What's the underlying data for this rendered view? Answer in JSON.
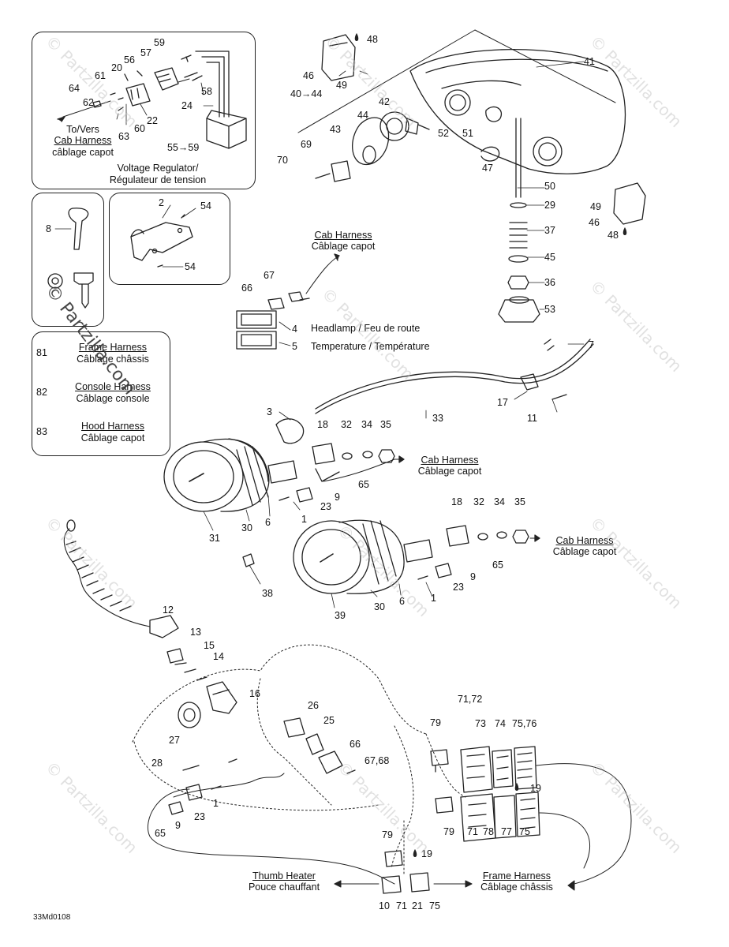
{
  "inset_regulator": {
    "to_vers": "To/Vers",
    "cab_harness": "Cab Harness",
    "cab_harness_fr": "câblage capot",
    "title": "Voltage Regulator/",
    "title_fr": "Régulateur de tension"
  },
  "legend": [
    {
      "num": "81",
      "name": "Frame Harness",
      "name_fr": "Câblage châssis"
    },
    {
      "num": "82",
      "name": "Console Harness",
      "name_fr": "Câblage console"
    },
    {
      "num": "83",
      "name": "Hood Harness",
      "name_fr": "Câblage capot"
    }
  ],
  "indicators": {
    "headlamp": "Headlamp / Feu de route",
    "temperature": "Temperature / Température"
  },
  "destinations": {
    "cab_harness": "Cab Harness",
    "cab_harness_fr": "Câblage capot",
    "thumb_heater": "Thumb Heater",
    "thumb_heater_fr": "Pouce chauffant",
    "frame_harness": "Frame Harness",
    "frame_harness_fr": "Câblage châssis"
  },
  "watermark": "© Partzilla.com",
  "diagram_code": "33Md0108",
  "callouts": [
    "59",
    "57",
    "56",
    "20",
    "61",
    "64",
    "62",
    "58",
    "24",
    "22",
    "60",
    "63",
    "55→59",
    "2",
    "54",
    "54",
    "8",
    "48",
    "46",
    "49",
    "41",
    "40→44",
    "42",
    "44",
    "43",
    "52",
    "51",
    "69",
    "70",
    "47",
    "50",
    "29",
    "49",
    "46",
    "48",
    "37",
    "45",
    "36",
    "53",
    "67",
    "66",
    "4",
    "5",
    "7",
    "17",
    "11",
    "33",
    "3",
    "18",
    "32",
    "34",
    "35",
    "65",
    "9",
    "23",
    "1",
    "6",
    "30",
    "31",
    "18",
    "32",
    "34",
    "35",
    "65",
    "9",
    "23",
    "1",
    "6",
    "30",
    "39",
    "38",
    "12",
    "13",
    "15",
    "14",
    "16",
    "26",
    "25",
    "66",
    "67,68",
    "27",
    "28",
    "23",
    "9",
    "65",
    "1",
    "79",
    "71,72",
    "73",
    "74",
    "75,76",
    "19",
    "79",
    "71",
    "78",
    "77",
    "75",
    "79",
    "19",
    "10",
    "71",
    "21",
    "75"
  ]
}
